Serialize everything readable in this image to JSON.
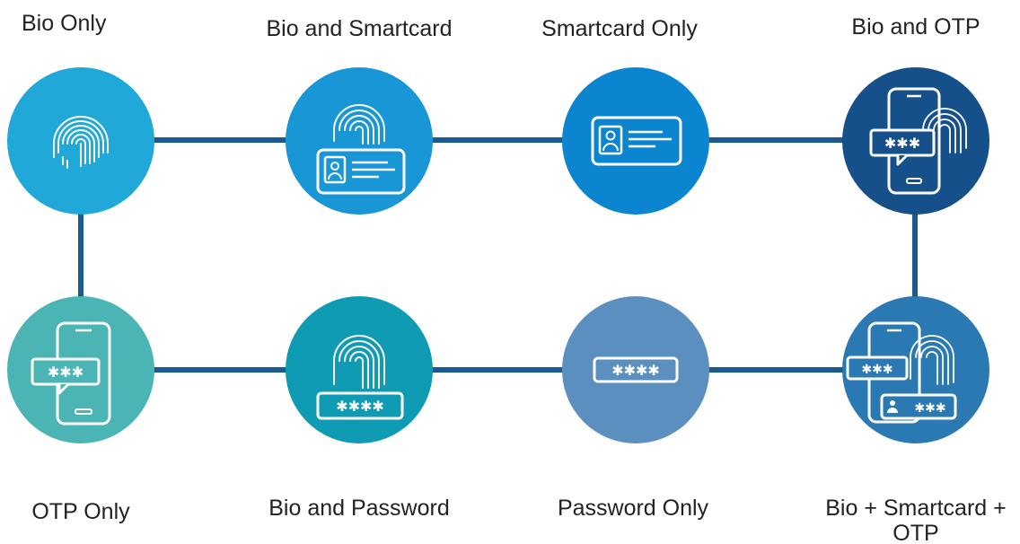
{
  "methods": {
    "bio_only": {
      "label": "Bio Only",
      "color": "#1fa8d8",
      "icon": "fingerprint-icon"
    },
    "bio_smartcard": {
      "label": "Bio and Smartcard",
      "color": "#1896d6",
      "icon": "fingerprint-smartcard-icon"
    },
    "smartcard_only": {
      "label": "Smartcard Only",
      "color": "#0b85cf",
      "icon": "smartcard-icon"
    },
    "bio_otp": {
      "label": "Bio and OTP",
      "color": "#16508a",
      "icon": "phone-otp-fingerprint-icon"
    },
    "otp_only": {
      "label": "OTP Only",
      "color": "#4bb5b5",
      "icon": "phone-otp-icon"
    },
    "bio_password": {
      "label": "Bio and Password",
      "color": "#0e9bb3",
      "icon": "fingerprint-password-icon"
    },
    "password_only": {
      "label": "Password Only",
      "color": "#5a8fbf",
      "icon": "password-icon"
    },
    "bio_smartcard_otp": {
      "label": "Bio + Smartcard + OTP",
      "color": "#2a79b2",
      "icon": "phone-otp-fingerprint-smartcard-icon"
    }
  },
  "connector_color": "#1a5a8e"
}
